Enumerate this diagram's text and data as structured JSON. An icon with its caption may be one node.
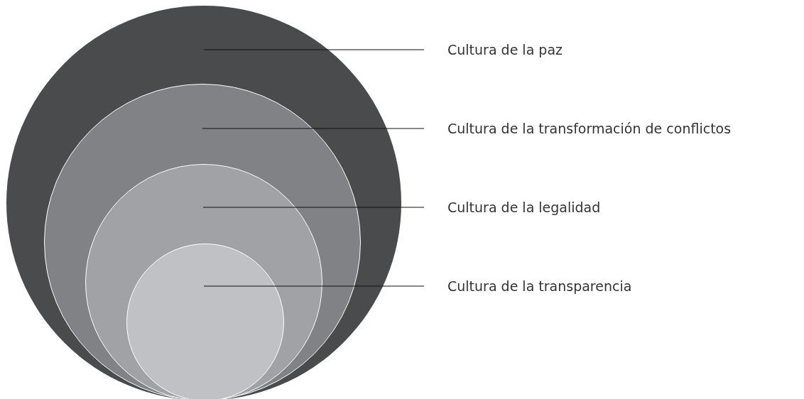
{
  "diagram": {
    "nodes": [
      {
        "text": [],
        "shape": "circle"
      },
      {
        "text": [],
        "shape": "circle",
        "in": 0
      },
      {
        "text": [],
        "shape": "circle",
        "in": 1
      },
      {
        "text": [],
        "shape": "circle",
        "in": 2
      },
      {
        "text": [
          "Cultura de la paz"
        ]
      },
      {
        "text": [
          "Cultura de la transformación de conflictos"
        ]
      },
      {
        "text": [
          "Cultura de la legalidad"
        ]
      },
      {
        "text": [
          "Cultura de la transparencia"
        ]
      }
    ],
    "edges": [
      {
        "from": 4,
        "to": 0,
        "arrow": "none"
      },
      {
        "from": 5,
        "to": 1,
        "arrow": "none"
      },
      {
        "from": 6,
        "to": 2,
        "arrow": "none"
      },
      {
        "from": 7,
        "to": 3,
        "arrow": "none"
      }
    ]
  }
}
